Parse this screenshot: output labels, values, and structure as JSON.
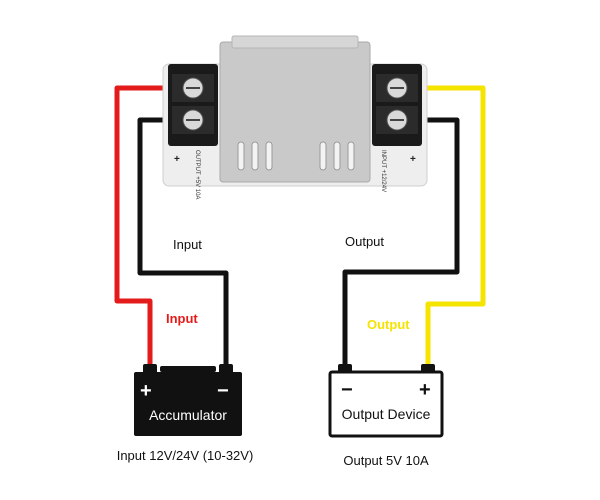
{
  "colors": {
    "positive_wire": "#e31b1b",
    "negative_wire": "#111111",
    "output_positive_wire": "#f5e300",
    "module_body": "#c9c9c9",
    "terminal_block": "#1a1a1a",
    "battery_body": "#111111",
    "device_body": "#ffffff"
  },
  "module": {
    "left_print": "OUTPUT +5V 10A",
    "right_print": "INPUT +12/24V",
    "left_sign": "+",
    "right_sign": "+"
  },
  "labels": {
    "input_black": "Input",
    "input_red": "Input",
    "output_black": "Output",
    "output_yellow": "Output"
  },
  "battery": {
    "name": "Accumulator",
    "plus": "+",
    "minus": "−",
    "caption": "Input 12V/24V (10-32V)"
  },
  "device": {
    "name": "Output Device",
    "plus": "+",
    "minus": "−",
    "caption": "Output 5V 10A"
  }
}
